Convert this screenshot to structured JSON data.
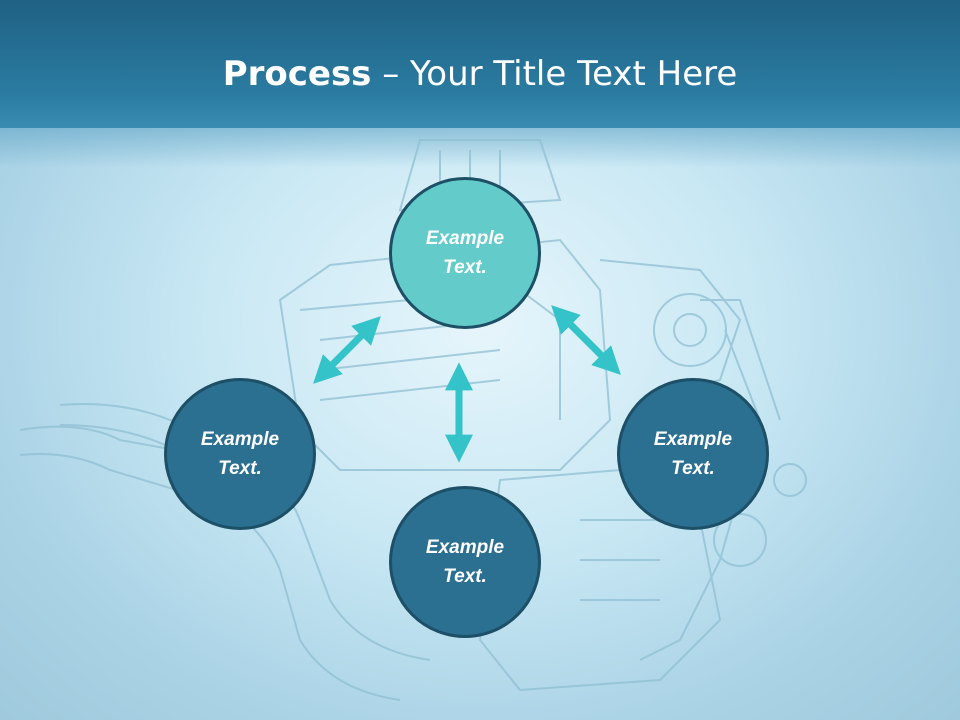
{
  "title": {
    "bold": "Process",
    "rest": " – Your Title Text Here"
  },
  "nodes": [
    {
      "label": "Example Text."
    },
    {
      "label": "Example Text."
    },
    {
      "label": "Example Text."
    },
    {
      "label": "Example Text."
    }
  ],
  "colors": {
    "title_bar": "#2a7aa0",
    "top_node": "#63cbc9",
    "other_nodes": "#2b6f91",
    "arrows": "#34c3c8"
  }
}
